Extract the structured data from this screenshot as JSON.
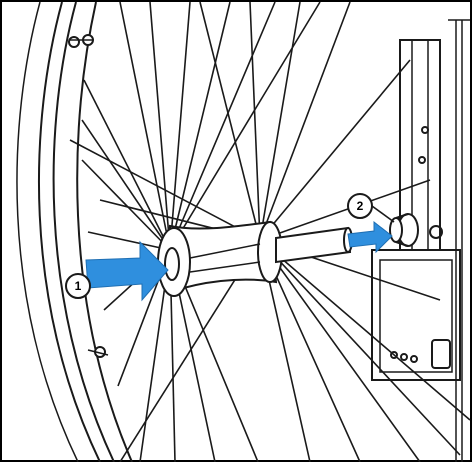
{
  "figure": {
    "callouts": [
      {
        "number": "1",
        "target": "wheel-hub"
      },
      {
        "number": "2",
        "target": "axle-mount-socket"
      }
    ],
    "colors": {
      "arrow": "#2f8fde",
      "arrow_outline": "#1f6fb3",
      "line": "#1a1a1a",
      "background": "#ffffff",
      "frame_border": "#000000"
    },
    "icons": [
      "wheel-icon",
      "hub-icon",
      "axle-icon",
      "bracket-icon",
      "insert-arrow-icon"
    ]
  }
}
